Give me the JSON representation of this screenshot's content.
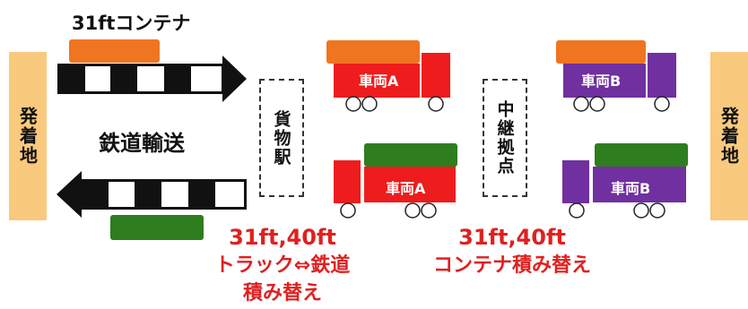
{
  "left_terminal": {
    "label": "発着地"
  },
  "right_terminal": {
    "label": "発着地"
  },
  "container_title": "31ftコンテナ",
  "rail_label": "鉄道輸送",
  "freight_station": {
    "label": "貨物駅"
  },
  "relay_base": {
    "label": "中継拠点"
  },
  "trucks": [
    {
      "label": "車両A",
      "body_color": "#ee1c1c",
      "container_color": "#f07520"
    },
    {
      "label": "車両A",
      "body_color": "#ee1c1c",
      "container_color": "#2e7d1e"
    },
    {
      "label": "車両B",
      "body_color": "#7030a0",
      "container_color": "#f07520"
    },
    {
      "label": "車両B",
      "body_color": "#7030a0",
      "container_color": "#2e7d1e"
    }
  ],
  "caption_left": {
    "line1": "31ft,40ft",
    "line2": "トラック⇔鉄道",
    "line3": "積み替え"
  },
  "caption_right": {
    "line1": "31ft,40ft",
    "line2": "コンテナ積み替え"
  },
  "colors": {
    "orange_container": "#f07520",
    "green_container": "#2e7d1e",
    "red_text": "#e02020",
    "terminal_tan": "#f9c97e"
  }
}
